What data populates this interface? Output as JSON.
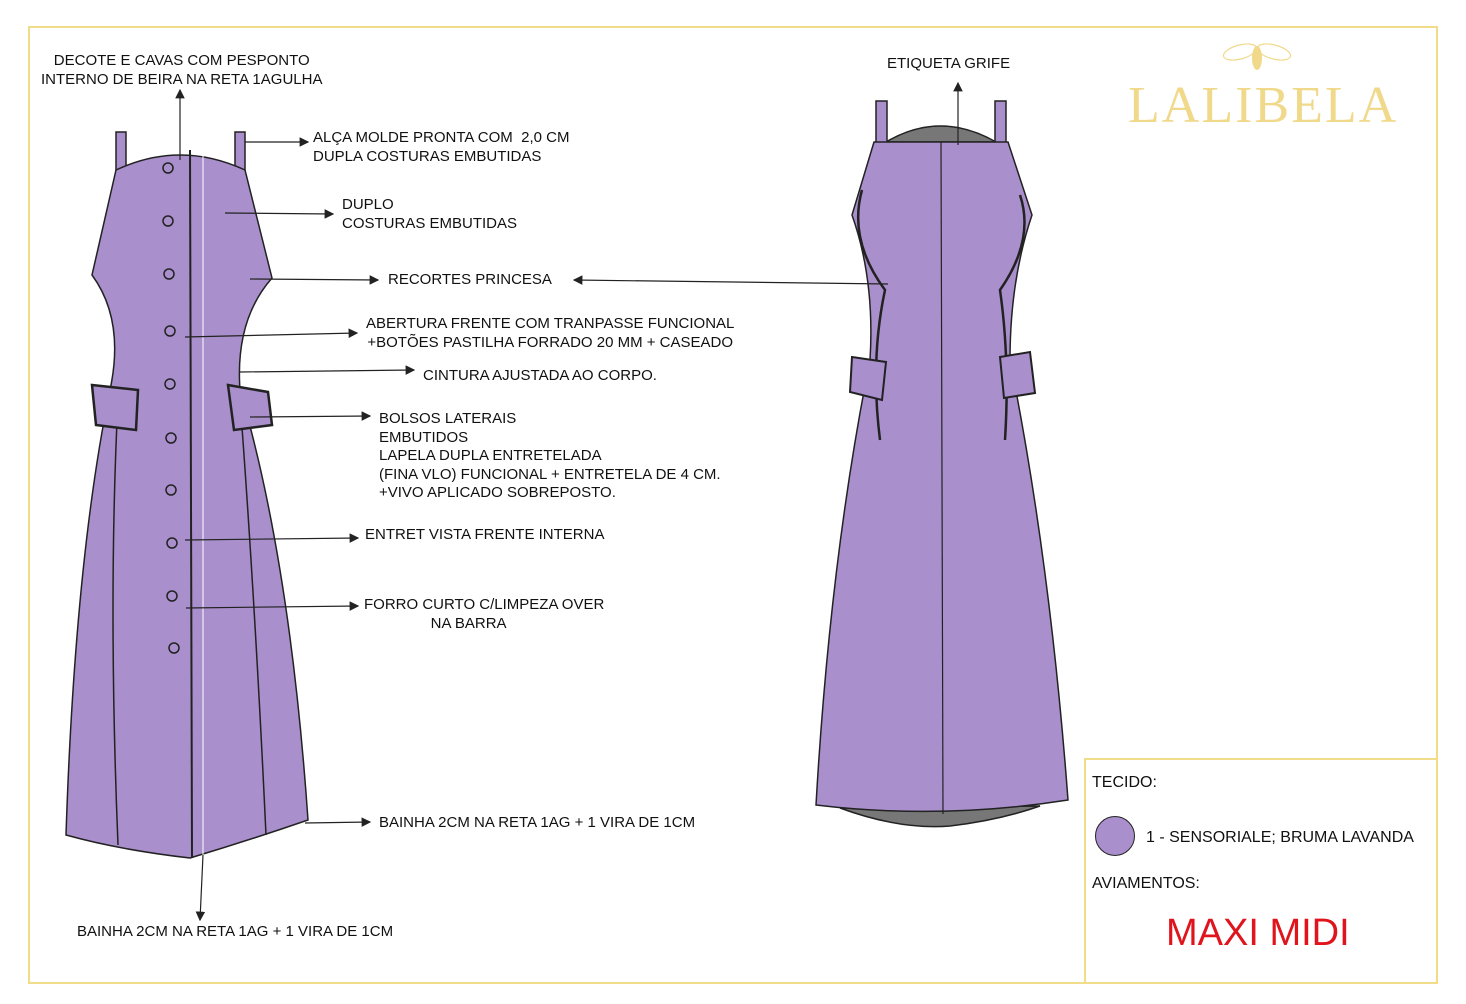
{
  "brand": {
    "logo_text": "LALIBELA",
    "logo_color": "#f0d98a"
  },
  "colors": {
    "fabric": "#a98fcb",
    "frame": "#f1dc8a",
    "title_red": "#e0141c"
  },
  "front_notes": {
    "decote": "DECOTE E CAVAS COM PESPONTO\nINTERNO DE BEIRA NA RETA 1AGULHA",
    "alca": "ALÇA MOLDE PRONTA COM  2,0 CM\nDUPLA COSTURAS EMBUTIDAS",
    "duplo": "DUPLO\nCOSTURAS EMBUTIDAS",
    "recortes": "RECORTES PRINCESA",
    "abertura": "ABERTURA FRENTE COM TRANPASSE FUNCIONAL\n+BOTÕES PASTILHA FORRADO 20 MM + CASEADO",
    "cintura": "CINTURA AJUSTADA AO CORPO.",
    "bolsos": "BOLSOS LATERAIS\nEMBUTIDOS\nLAPELA DUPLA ENTRETELADA\n(FINA VLO) FUNCIONAL + ENTRETELA DE 4 CM.\n+VIVO APLICADO SOBREPOSTO.",
    "entret": "ENTRET VISTA FRENTE INTERNA",
    "forro": "FORRO CURTO C/LIMPEZA OVER\n                NA BARRA",
    "bainha_right": "BAINHA 2CM NA RETA 1AG + 1 VIRA DE 1CM",
    "bainha_bottom": "BAINHA 2CM NA RETA 1AG + 1 VIRA DE 1CM"
  },
  "back_notes": {
    "etiqueta": "ETIQUETA GRIFE"
  },
  "info": {
    "tecido_label": "TECIDO:",
    "fabric_item": "1 - SENSORIALE; BRUMA LAVANDA",
    "aviamentos_label": "AVIAMENTOS:",
    "model_name": "MAXI MIDI"
  }
}
